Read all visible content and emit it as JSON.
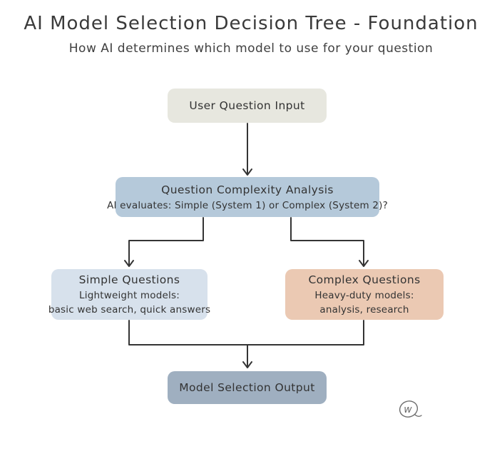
{
  "title": "AI Model Selection Decision Tree - Foundation",
  "subtitle": "How AI determines which model to use for your question",
  "nodes": {
    "input": {
      "label": "User Question Input",
      "bg": "#e7e7df"
    },
    "analysis": {
      "label": "Question Complexity Analysis",
      "detail": "AI evaluates: Simple (System 1) or Complex (System 2)?",
      "bg": "#b5c9da"
    },
    "simple": {
      "label": "Simple Questions",
      "detail1": "Lightweight models:",
      "detail2": "basic web search, quick answers",
      "bg": "#d7e1ec"
    },
    "complex": {
      "label": "Complex Questions",
      "detail1": "Heavy-duty models:",
      "detail2": "analysis, research",
      "bg": "#ebc9b3"
    },
    "output": {
      "label": "Model Selection Output",
      "bg": "#9fafc0"
    }
  },
  "watermark": {
    "letter": "w"
  },
  "colors": {
    "text": "#3a3a3a",
    "arrow": "#343434",
    "background": "#ffffff"
  }
}
